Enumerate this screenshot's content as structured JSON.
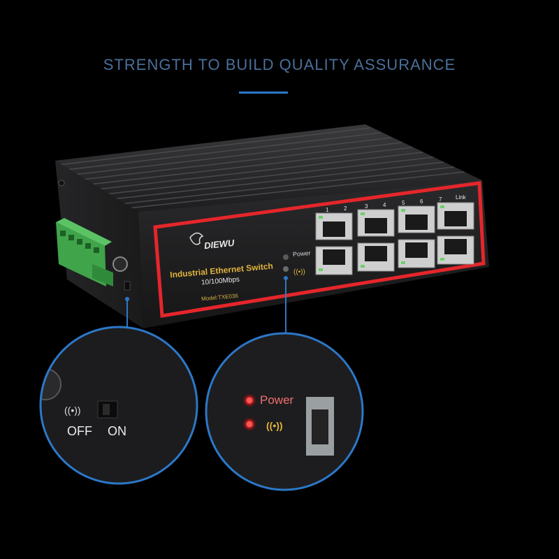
{
  "headline": "STRENGTH TO BUILD QUALITY ASSURANCE",
  "device": {
    "brand": "DIEWU",
    "product": "Industrial Ethernet Switch",
    "speed": "10/100Mbps",
    "model": "Model:TXE036",
    "power_label": "Power",
    "port_labels": [
      "1",
      "2",
      "3",
      "4",
      "5",
      "6",
      "7",
      "Link"
    ],
    "link_icon": "wifi-signal-icon"
  },
  "callout_switch": {
    "icon": "wifi-signal-icon",
    "off_label": "OFF",
    "on_label": "ON"
  },
  "callout_leds": {
    "power_label": "Power",
    "icon": "wifi-signal-icon"
  },
  "colors": {
    "accent_red": "#e5262b",
    "headline_blue": "#4a6f9a",
    "callout_line": "#2c78c8",
    "label_gold": "#e0b43a"
  }
}
